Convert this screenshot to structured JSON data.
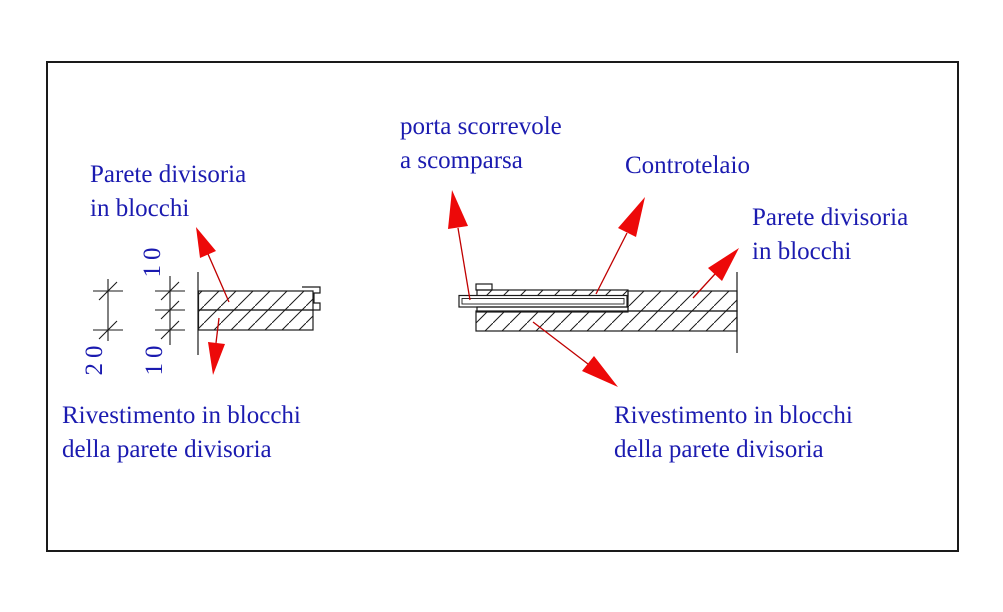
{
  "labels": {
    "left_wall": {
      "line1": "Parete divisoria",
      "line2": "in blocchi"
    },
    "sliding_door": {
      "line1": "porta scorrevole",
      "line2": "a scomparsa"
    },
    "counterframe": "Controtelaio",
    "right_wall": {
      "line1": "Parete divisoria",
      "line2": "in blocchi"
    },
    "left_cladding": {
      "line1": "Rivestimento in blocchi",
      "line2": "della parete divisoria"
    },
    "right_cladding": {
      "line1": "Rivestimento in blocchi",
      "line2": "della parete divisoria"
    }
  },
  "dimensions": {
    "total_thickness": "20",
    "upper_layer": "10",
    "lower_layer": "10"
  },
  "colors": {
    "label_blue": "#1b1bb0",
    "arrow_head_red": "#ed0909",
    "arrow_line_red": "#c00000",
    "line_black": "#1a1a1a",
    "background": "#ffffff"
  }
}
